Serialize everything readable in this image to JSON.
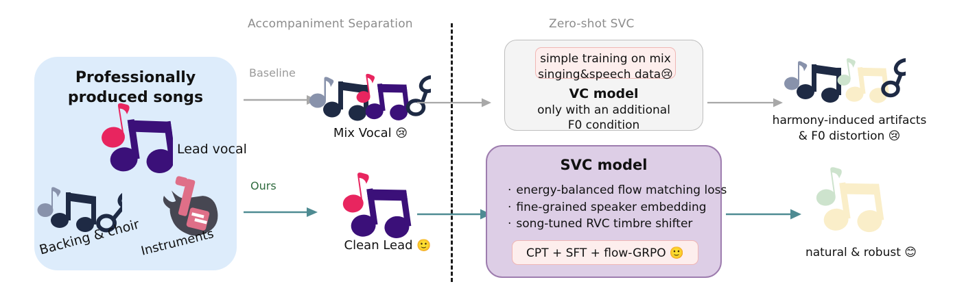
{
  "headers": {
    "accompaniment": "Accompaniment Separation",
    "zeroshot": "Zero-shot SVC"
  },
  "source_panel": {
    "title_line1": "Professionally",
    "title_line2": "produced songs",
    "lead_vocal_label": "Lead vocal",
    "backing_label": "Backing & choir",
    "instruments_label": "Instruments",
    "panel_color": "#ddecfb",
    "icons": {
      "lead_vocal": "music-note-pink-purple-icon",
      "backing_choir": "music-note-navy-icon",
      "instruments": "electric-guitar-icon"
    }
  },
  "flows": {
    "baseline_label": "Baseline",
    "ours_label": "Ours",
    "baseline_color": "#a8a8a8",
    "ours_color": "#4e8b92"
  },
  "separation": {
    "mix_vocal_caption": "Mix Vocal",
    "mix_vocal_emoji": "😢",
    "clean_lead_caption": "Clean Lead",
    "clean_lead_emoji": "🙂"
  },
  "vc_model": {
    "note_line1": "simple training on mix",
    "note_line2": "singing&speech data",
    "note_emoji": "😢",
    "title": "VC model",
    "body_line1": "only with  an  additional",
    "body_line2": "F0 condition",
    "box_color": "#f4f4f4",
    "border_color": "#bdbdbd"
  },
  "svc_model": {
    "title": "SVC model",
    "bullets": [
      "energy-balanced flow matching loss",
      "fine-grained speaker embedding",
      "song-tuned RVC timbre shifter"
    ],
    "bullet_glyph": "·",
    "footer": "CPT + SFT + flow-GRPO",
    "footer_emoji": "🙂",
    "box_color": "#ddcee6",
    "border_color": "#9d7cae"
  },
  "outcomes": {
    "bad_line1": "harmony-induced artifacts",
    "bad_line2": "& F0 distortion",
    "bad_emoji": "😢",
    "good_line1": "natural & robust",
    "good_emoji": "😊"
  },
  "palette": {
    "purple_note": "#3b1079",
    "pink_note": "#e8255f",
    "navy_note": "#1e2a44",
    "gray_note": "#8892ab",
    "cream_note": "#faeec9",
    "mint_note": "#cde3cd",
    "guitar_body": "#474752",
    "guitar_neck": "#df6f88"
  }
}
